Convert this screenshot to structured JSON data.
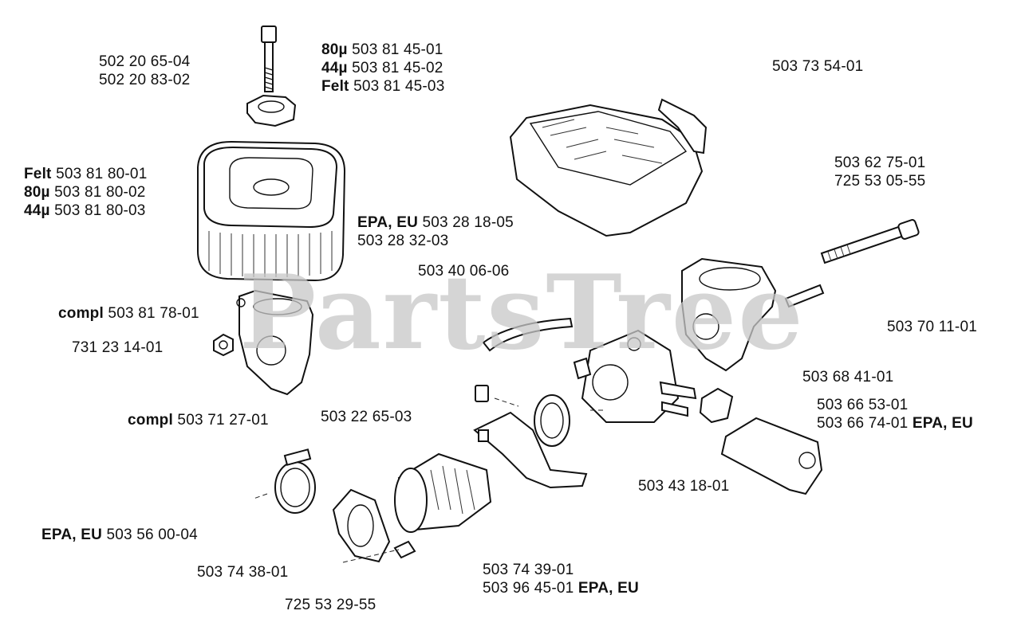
{
  "watermark": "PartsTree",
  "labels": [
    {
      "id": "l1",
      "lines": [
        {
          "q": "",
          "pn": "502 20 65-04"
        },
        {
          "q": "",
          "pn": "502 20 83-02"
        }
      ]
    },
    {
      "id": "l2",
      "lines": [
        {
          "q": "80µ",
          "pn": " 503 81 45-01"
        },
        {
          "q": "44µ",
          "pn": " 503 81 45-02"
        },
        {
          "q": "Felt",
          "pn": " 503 81 45-03"
        }
      ]
    },
    {
      "id": "l3",
      "lines": [
        {
          "q": "",
          "pn": "503 73 54-01"
        }
      ]
    },
    {
      "id": "l4",
      "lines": [
        {
          "q": "Felt",
          "pn": " 503 81 80-01"
        },
        {
          "q": "80µ",
          "pn": " 503 81 80-02"
        },
        {
          "q": "44µ",
          "pn": " 503 81 80-03"
        }
      ]
    },
    {
      "id": "l5",
      "lines": [
        {
          "q": "",
          "pn": "503 62 75-01"
        },
        {
          "q": "",
          "pn": "725 53 05-55"
        }
      ]
    },
    {
      "id": "l6",
      "lines": [
        {
          "q": "EPA, EU",
          "pn": " 503 28 18-05"
        },
        {
          "q": "",
          "pn": "503 28 32-03"
        }
      ]
    },
    {
      "id": "l7",
      "lines": [
        {
          "q": "",
          "pn": "503 40 06-06"
        }
      ]
    },
    {
      "id": "l8",
      "lines": [
        {
          "q": "compl",
          "pn": " 503 81 78-01"
        }
      ]
    },
    {
      "id": "l9",
      "lines": [
        {
          "q": "",
          "pn": "503 70 11-01"
        }
      ]
    },
    {
      "id": "l10",
      "lines": [
        {
          "q": "",
          "pn": "731 23 14-01"
        }
      ]
    },
    {
      "id": "l11",
      "lines": [
        {
          "q": "",
          "pn": "503 68 41-01"
        }
      ]
    },
    {
      "id": "l12",
      "lines": [
        {
          "q": "",
          "pn": "503 66 53-01"
        },
        {
          "q": "",
          "pn": "503 66 74-01",
          "suffix": " EPA, EU"
        }
      ]
    },
    {
      "id": "l13",
      "lines": [
        {
          "q": "compl",
          "pn": " 503 71 27-01"
        }
      ]
    },
    {
      "id": "l14",
      "lines": [
        {
          "q": "",
          "pn": "503 22 65-03"
        }
      ]
    },
    {
      "id": "l15",
      "lines": [
        {
          "q": "",
          "pn": "503 43 18-01"
        }
      ]
    },
    {
      "id": "l16",
      "lines": [
        {
          "q": "EPA, EU",
          "pn": " 503 56 00-04"
        }
      ]
    },
    {
      "id": "l17",
      "lines": [
        {
          "q": "",
          "pn": "503 74 38-01"
        }
      ]
    },
    {
      "id": "l18",
      "lines": [
        {
          "q": "",
          "pn": "503 74 39-01"
        },
        {
          "q": "",
          "pn": "503 96 45-01",
          "suffix": " EPA, EU"
        }
      ]
    },
    {
      "id": "l19",
      "lines": [
        {
          "q": "",
          "pn": "725 53 29-55"
        }
      ]
    }
  ]
}
